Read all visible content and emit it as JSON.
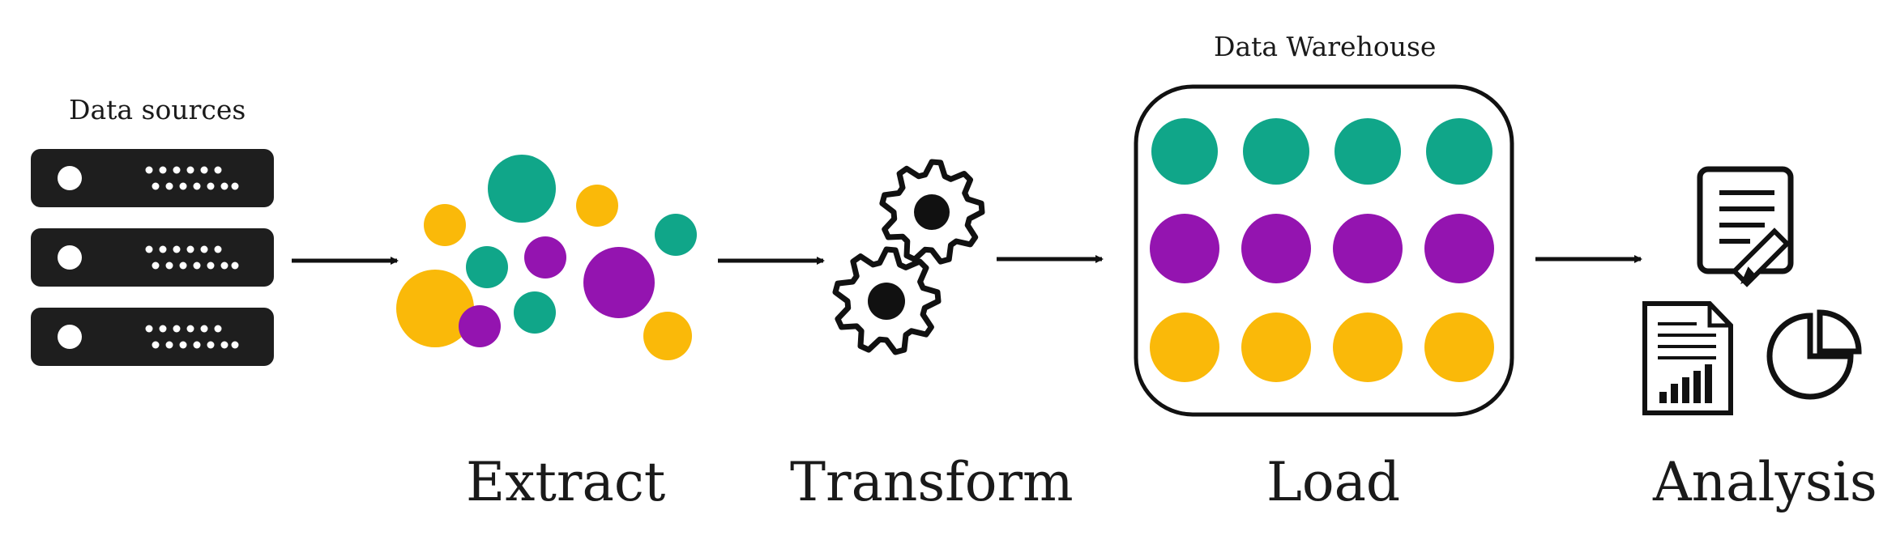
{
  "labels": {
    "data_sources": "Data sources",
    "data_warehouse": "Data Warehouse"
  },
  "stages": {
    "extract": "Extract",
    "transform": "Transform",
    "load": "Load",
    "analysis": "Analysis"
  },
  "colors": {
    "teal": "#10a689",
    "purple": "#9414b0",
    "yellow": "#fab909",
    "server": "#1e1e1e",
    "stroke": "#111111"
  },
  "icons": {
    "server": "server-rack-icon",
    "gear": "gear-icon",
    "document_edit": "document-edit-icon",
    "report": "report-bar-chart-icon",
    "pie": "pie-chart-icon"
  }
}
